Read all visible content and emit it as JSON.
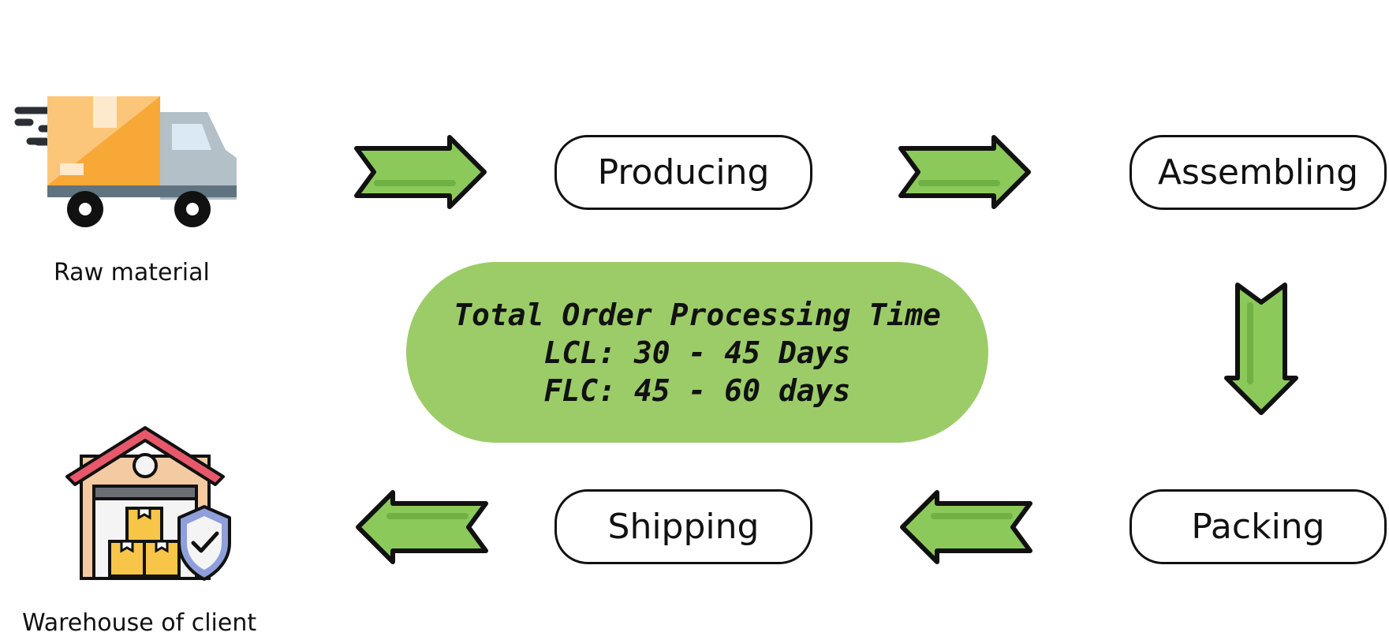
{
  "stages": {
    "producing": "Producing",
    "assembling": "Assembling",
    "packing": "Packing",
    "shipping": "Shipping"
  },
  "endpoints": {
    "start": "Raw material",
    "end": "Warehouse of client"
  },
  "summary": {
    "title": "Total Order Processing Time",
    "lcl": "LCL: 30 - 45 Days",
    "flc": "FLC: 45 - 60 days"
  },
  "icons": {
    "start": "delivery-truck-icon",
    "end": "secure-warehouse-icon"
  },
  "colors": {
    "arrow_fill": "#8cc95b",
    "arrow_stroke": "#111111",
    "pill_fill": "#9ccc68",
    "truck_box": "#f7a837",
    "truck_cab": "#b4c0c8",
    "roof": "#e6586a",
    "shield": "#8f9fdb"
  }
}
